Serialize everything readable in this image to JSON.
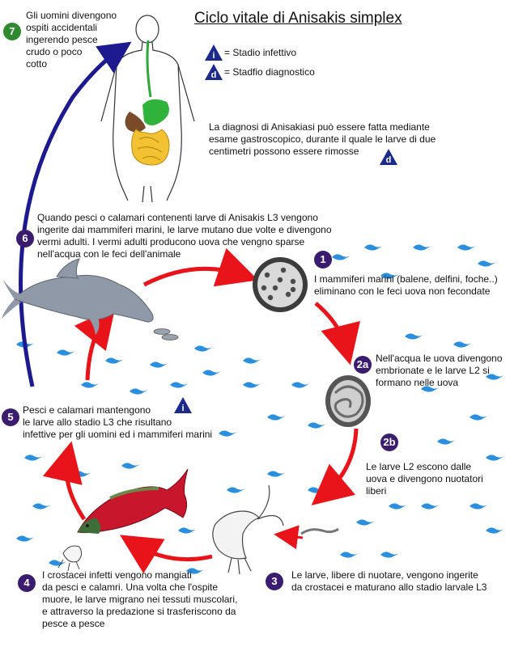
{
  "title": "Ciclo vitale di Anisakis simplex",
  "legend": {
    "infective": {
      "symbol": "i",
      "text": "Stadio infettivo"
    },
    "diagnostic": {
      "symbol": "d",
      "text": "Stadfio diagnostico"
    }
  },
  "diagnosis_note": "La diagnosi di Anisakiasi può essere fatta mediante\nesame gastroscopico, durante il quale le larve di due\ncentimetri possono essere rimosse",
  "diagnosis_symbol": "d",
  "infective_symbol": "i",
  "steps": [
    {
      "number": "1",
      "text": "I mammiferi marini (balene, delfini, foche..)\neliminano con le feci uova non fecondate"
    },
    {
      "number": "2a",
      "text": "Nell'acqua le uova divengono\nembrionate e le larve L2 si\nformano nelle uova"
    },
    {
      "number": "2b",
      "text": "Le larve L2 escono dalle\nuova e divengono nuotatori\nliberi"
    },
    {
      "number": "3",
      "text": "Le larve, libere di nuotare, vengono ingerite\nda crostacei e maturano allo stadio larvale L3"
    },
    {
      "number": "4",
      "text": "I crostacei infetti vengono mangiati\nda pesci e calamri. Una volta che l'ospite\nmuore, le larve migrano nei tessuti muscolari,\ne attraverso la predazione si trasferiscono da\npesce a pesce"
    },
    {
      "number": "5",
      "text": "Pesci e calamari mantengono\nle larve allo stadio L3 che risultano\ninfettive per gli uomini ed i mammiferi marini"
    },
    {
      "number": "6",
      "text": "Quando pesci o calamari contenenti larve di Anisakis L3 vengono\ningerite dai mammiferi marini, le larve mutano due volte e divengono\nvermi adulti. I vermi adulti producono uova che vengno sparse\nnell'acqua con le feci dell'animale"
    },
    {
      "number": "7",
      "text": "Gli uomini divengono\nospiti accidentali\ningerendo pesce\ncrudo o poco\ncotto"
    }
  ],
  "colors": {
    "cycle_arrow": "#e8141a",
    "human_arrow": "#1d1a8f",
    "badge": "#3a1d6e",
    "badge_human": "#2f8a2f",
    "water": "#2b8fe0",
    "legend_triangle": "#1c2a8c"
  }
}
